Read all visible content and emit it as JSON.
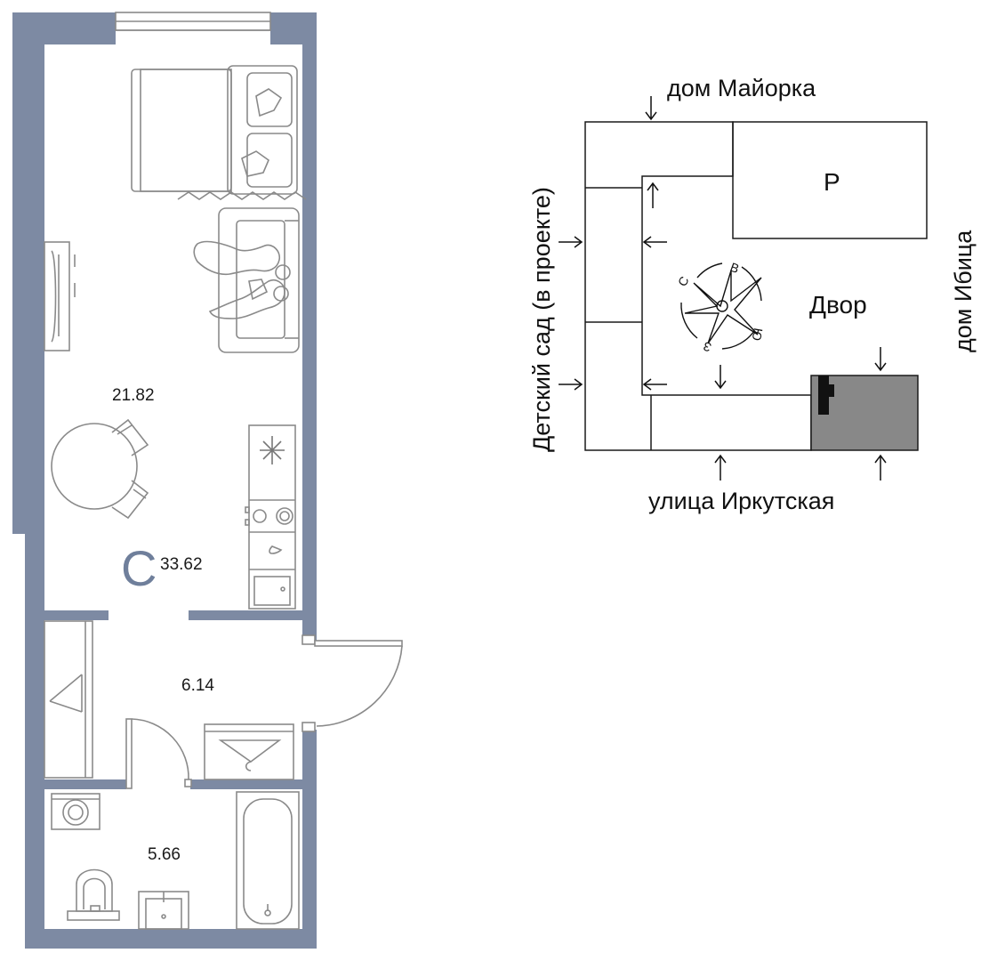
{
  "plan": {
    "apartment_type": "С",
    "total_area": "33.62",
    "rooms": [
      {
        "id": "living",
        "area": "21.82"
      },
      {
        "id": "hall",
        "area": "6.14"
      },
      {
        "id": "bathroom",
        "area": "5.66"
      }
    ]
  },
  "site": {
    "north_label": "дом Майорка",
    "west_label": "Детский сад (в проекте)",
    "east_label": "дом Ибица",
    "south_label": "улица Иркутская",
    "parking_label": "Р",
    "courtyard_label": "Двор",
    "compass": {
      "n": "С",
      "e": "В",
      "s": "Ю",
      "w": "З"
    }
  },
  "colors": {
    "walls": "#7d8aa3",
    "type_letter": "#6f7f9b",
    "building": "#888888"
  }
}
